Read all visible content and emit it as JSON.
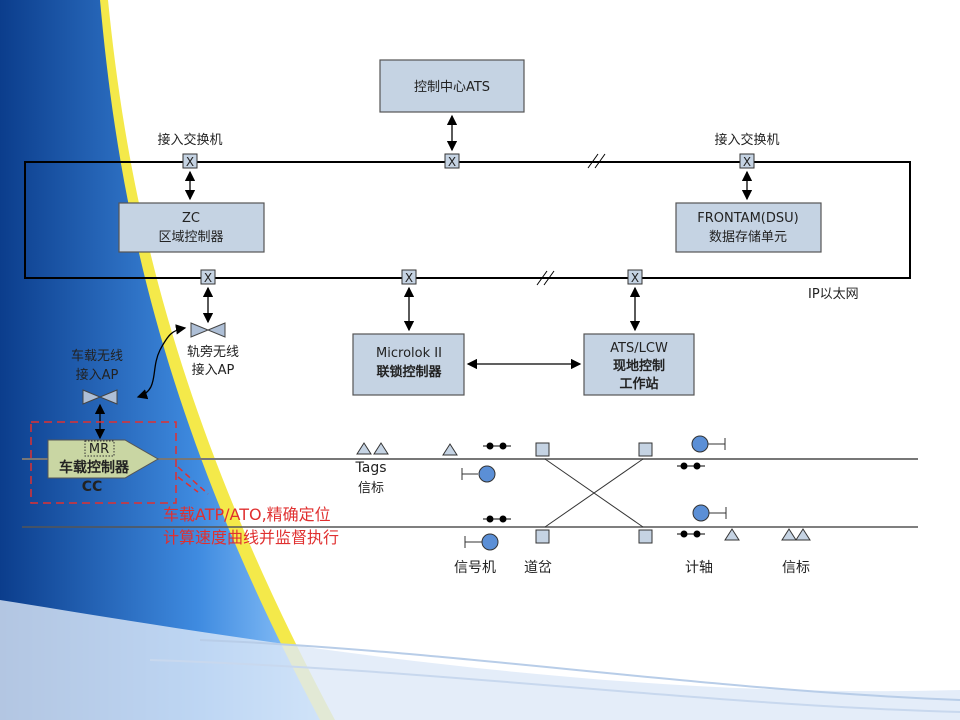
{
  "nodes": {
    "ats": "控制中心ATS",
    "switch_left_label": "接入交换机",
    "switch_right_label": "接入交换机",
    "zc_line1": "ZC",
    "zc_line2": "区域控制器",
    "frontam_line1": "FRONTAM(DSU)",
    "frontam_line2": "数据存储单元",
    "network_label": "IP以太网",
    "microlok_line1": "Microlok II",
    "microlok_line2": "联锁控制器",
    "atslcw_line1": "ATS/LCW",
    "atslcw_line2": "现地控制",
    "atslcw_line3": "工作站",
    "wayside_ap_line1": "轨旁无线",
    "wayside_ap_line2": "接入AP",
    "onboard_ap_line1": "车载无线",
    "onboard_ap_line2": "接入AP",
    "cc_mr": "MR",
    "cc_line1": "车载控制器",
    "cc_line2": "CC",
    "switch_glyph": "X"
  },
  "annotation": {
    "line1": "车载ATP/ATO,精确定位",
    "line2": "计算速度曲线并监督执行"
  },
  "legend": {
    "tags_en": "Tags",
    "tags_cn": "信标",
    "signal": "信号机",
    "turnout": "道岔",
    "axle_counter": "计轴",
    "beacon": "信标"
  },
  "colors": {
    "box": "#c5d3e3",
    "cc": "#c9d6a3",
    "signal": "#5b8fd6",
    "annotation": "#e03030"
  }
}
